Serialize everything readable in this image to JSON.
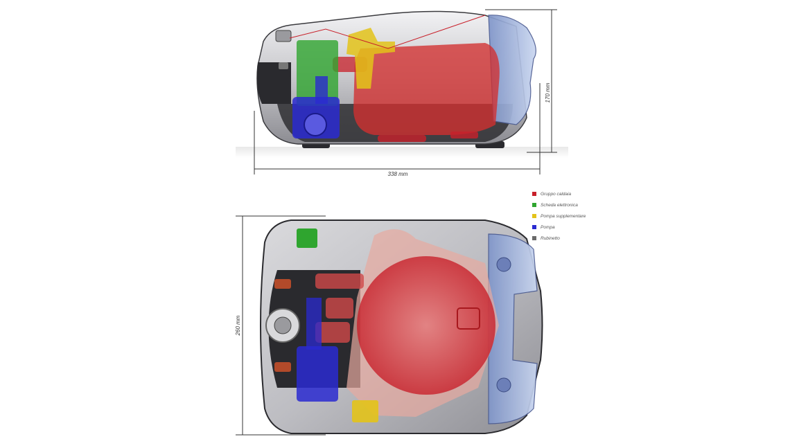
{
  "dimensions": {
    "height_side": "170 mm",
    "length": "338 mm",
    "width_top": "260 mm"
  },
  "legend": [
    {
      "label": "Gruppo caldaia",
      "color": "#c8202a"
    },
    {
      "label": "Scheda elettronica",
      "color": "#2fa52f"
    },
    {
      "label": "Pompa supplementare",
      "color": "#e3c31a"
    },
    {
      "label": "Pompa",
      "color": "#2a2ad0"
    },
    {
      "label": "Rubinetto",
      "color": "#6a6a6a"
    }
  ],
  "colors": {
    "body_dark": "#2a2a2e",
    "body_silver": "#c9c9cc",
    "tank_blue": "#9fb4dc",
    "ground": "#dcdcdc"
  }
}
